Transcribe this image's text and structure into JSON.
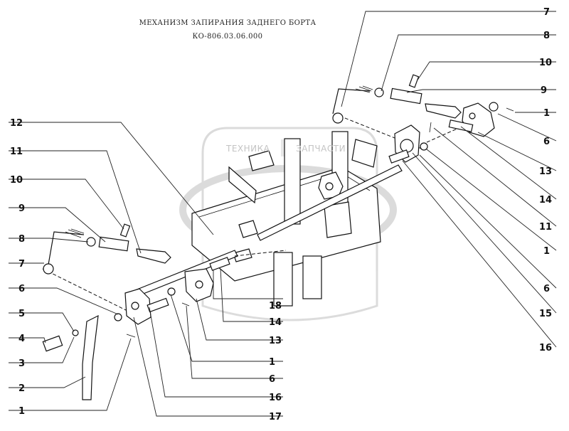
{
  "title": {
    "line1": "МЕХАНИЗМ ЗАПИРАНИЯ ЗАДНЕГО БОРТА",
    "line2": "КО-806.03.06.000"
  },
  "watermark": {
    "left": "ТЕХНИКА",
    "right": "ЗАПЧАСТИ"
  },
  "callouts": [
    {
      "id": "c1",
      "text": "7"
    },
    {
      "id": "c2",
      "text": "8"
    },
    {
      "id": "c3",
      "text": "10"
    },
    {
      "id": "c4",
      "text": "9"
    },
    {
      "id": "c5",
      "text": "1"
    },
    {
      "id": "c6",
      "text": "6"
    },
    {
      "id": "c7",
      "text": "13"
    },
    {
      "id": "c8",
      "text": "14"
    },
    {
      "id": "c9",
      "text": "11"
    },
    {
      "id": "c10",
      "text": "1"
    },
    {
      "id": "c11",
      "text": "6"
    },
    {
      "id": "c12",
      "text": "15"
    },
    {
      "id": "c13",
      "text": "16"
    },
    {
      "id": "c14",
      "text": "12"
    },
    {
      "id": "c15",
      "text": "11"
    },
    {
      "id": "c16",
      "text": "10"
    },
    {
      "id": "c17",
      "text": "9"
    },
    {
      "id": "c18",
      "text": "8"
    },
    {
      "id": "c19",
      "text": "7"
    },
    {
      "id": "c20",
      "text": "6"
    },
    {
      "id": "c21",
      "text": "5"
    },
    {
      "id": "c22",
      "text": "4"
    },
    {
      "id": "c23",
      "text": "3"
    },
    {
      "id": "c24",
      "text": "2"
    },
    {
      "id": "c25",
      "text": "1"
    },
    {
      "id": "c26",
      "text": "18"
    },
    {
      "id": "c27",
      "text": "14"
    },
    {
      "id": "c28",
      "text": "13"
    },
    {
      "id": "c29",
      "text": "1"
    },
    {
      "id": "c30",
      "text": "6"
    },
    {
      "id": "c31",
      "text": "16"
    },
    {
      "id": "c32",
      "text": "17"
    }
  ]
}
